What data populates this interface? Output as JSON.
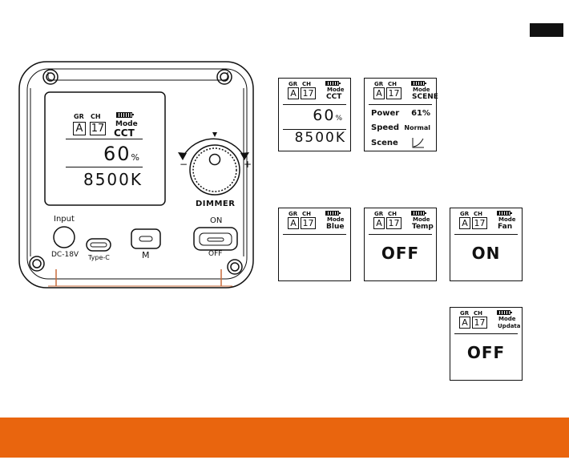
{
  "device": {
    "screen": {
      "gr_label": "GR",
      "ch_label": "CH",
      "group": "A",
      "channel": "17",
      "mode_label": "Mode",
      "mode": "CCT",
      "brightness": "60",
      "unit": "%",
      "cct": "8500K"
    },
    "dimmer_label": "DIMMER",
    "dimmer_minus": "−",
    "dimmer_plus": "+",
    "input_label": "Input",
    "dc_label": "DC-18V",
    "typec_label": "Type-C",
    "m_label": "M",
    "on_label": "ON",
    "off_label": "OFF"
  },
  "screens": [
    {
      "mode": "CCT",
      "brightness": "60",
      "unit": "%",
      "cct": "8500K"
    },
    {
      "mode": "SCENE",
      "rows": [
        {
          "label": "Power",
          "value": "61%"
        },
        {
          "label": "Speed",
          "value": "Normal"
        },
        {
          "label": "Scene",
          "value": ""
        }
      ]
    },
    {
      "mode": "Blue"
    },
    {
      "mode": "Temp",
      "status": "OFF"
    },
    {
      "mode": "Fan",
      "status": "ON"
    },
    {
      "mode": "Updata",
      "status": "OFF"
    }
  ],
  "common": {
    "gr_label": "GR",
    "ch_label": "CH",
    "group": "A",
    "channel": "17",
    "mode_label": "Mode"
  },
  "colors": {
    "accent_bar": "#e9650e",
    "line": "#111111",
    "device_strip": "#c96a3a"
  }
}
